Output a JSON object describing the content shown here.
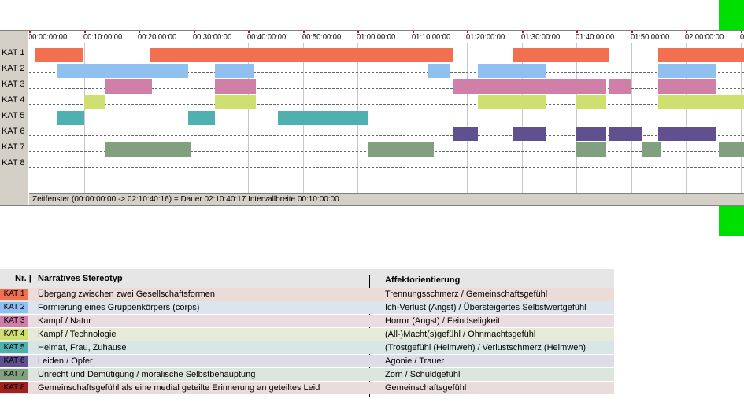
{
  "timeline": {
    "row_labels": [
      "KAT 1",
      "KAT 2",
      "KAT 3",
      "KAT 4",
      "KAT 5",
      "KAT 6",
      "KAT 7",
      "KAT 8"
    ],
    "ruler_ticks": [
      "00:00:00:00",
      "00:10:00:00",
      "00:20:00:00",
      "00:30:00:00",
      "00:40:00:00",
      "00:50:00:00",
      "01:00:00:00",
      "01:10:00:00",
      "01:20:00:00",
      "01:30:00:00",
      "01:40:00:00",
      "01:50:00:00",
      "02:00:00:00",
      "0"
    ],
    "status_text": "Zeitfenster (00:00:00:00 -> 02:10:40:16) = Dauer 02:10:40:17     Intervallbreite 00:10:00:00",
    "window_start_minutes": 0,
    "window_end_minutes": 130.68,
    "tick_interval_minutes": 10,
    "colors": {
      "kat1": "#f07050",
      "kat2": "#90c0f0",
      "kat3": "#d080a8",
      "kat4": "#d0e070",
      "kat5": "#50b0b0",
      "kat6": "#605090",
      "kat7": "#80a080",
      "kat8": "#a02020",
      "green_marker": "#00e000"
    },
    "segments": [
      {
        "row": 0,
        "start": 1.0,
        "end": 10.0
      },
      {
        "row": 0,
        "start": 22.0,
        "end": 77.5
      },
      {
        "row": 0,
        "start": 88.5,
        "end": 106.0
      },
      {
        "row": 0,
        "start": 115.0,
        "end": 130.7
      },
      {
        "row": 1,
        "start": 5.0,
        "end": 29.0
      },
      {
        "row": 1,
        "start": 34.0,
        "end": 41.0
      },
      {
        "row": 1,
        "start": 73.0,
        "end": 77.0
      },
      {
        "row": 1,
        "start": 82.0,
        "end": 94.5
      },
      {
        "row": 1,
        "start": 115.0,
        "end": 125.5
      },
      {
        "row": 2,
        "start": 14.0,
        "end": 22.5
      },
      {
        "row": 2,
        "start": 34.0,
        "end": 41.5
      },
      {
        "row": 2,
        "start": 77.5,
        "end": 105.5
      },
      {
        "row": 2,
        "start": 106.0,
        "end": 110.0
      },
      {
        "row": 2,
        "start": 115.0,
        "end": 125.5
      },
      {
        "row": 3,
        "start": 10.0,
        "end": 14.0
      },
      {
        "row": 3,
        "start": 34.0,
        "end": 41.5
      },
      {
        "row": 3,
        "start": 82.0,
        "end": 94.5
      },
      {
        "row": 3,
        "start": 100.0,
        "end": 105.5
      },
      {
        "row": 3,
        "start": 115.0,
        "end": 130.7
      },
      {
        "row": 4,
        "start": 5.0,
        "end": 10.0
      },
      {
        "row": 4,
        "start": 29.0,
        "end": 34.0
      },
      {
        "row": 4,
        "start": 45.5,
        "end": 62.0
      },
      {
        "row": 5,
        "start": 77.5,
        "end": 82.0
      },
      {
        "row": 5,
        "start": 88.5,
        "end": 94.5
      },
      {
        "row": 5,
        "start": 100.0,
        "end": 105.5
      },
      {
        "row": 5,
        "start": 106.0,
        "end": 112.0
      },
      {
        "row": 5,
        "start": 115.0,
        "end": 125.5
      },
      {
        "row": 6,
        "start": 14.0,
        "end": 29.5
      },
      {
        "row": 6,
        "start": 62.0,
        "end": 74.0
      },
      {
        "row": 6,
        "start": 100.0,
        "end": 105.5
      },
      {
        "row": 6,
        "start": 112.0,
        "end": 115.5
      },
      {
        "row": 6,
        "start": 126.0,
        "end": 130.7
      }
    ]
  },
  "legend": {
    "header": {
      "nr": "Nr. |",
      "stereotyp": "Narratives Stereotyp",
      "affekt": "Affektorientierung"
    },
    "rows": [
      {
        "nr": "KAT 1",
        "stereotyp": "Übergang zwischen zwei Gesellschaftsformen",
        "affekt": "Trennungsschmerz / Gemeinschaftsgefühl",
        "swatch": "#f07050",
        "bg": "#ecdcd8"
      },
      {
        "nr": "KAT 2",
        "stereotyp": "Formierung eines Gruppenkörpers (corps)",
        "affekt": "Ich-Verlust (Angst) / Übersteigertes Selbstwertgefühl",
        "swatch": "#90c0f0",
        "bg": "#dce4ec"
      },
      {
        "nr": "KAT 3",
        "stereotyp": "Kampf / Natur",
        "affekt": "Horror (Angst) / Feindseligkeit",
        "swatch": "#d080a8",
        "bg": "#eadce2"
      },
      {
        "nr": "KAT 4",
        "stereotyp": "Kampf / Technologie",
        "affekt": "(All-)Macht(s)gefühl / Ohnmachtsgefühl",
        "swatch": "#d0e070",
        "bg": "#e6ead8"
      },
      {
        "nr": "KAT 5",
        "stereotyp": "Heimat, Frau, Zuhause",
        "affekt": "(Trostgefühl (Heimweh) / Verlustschmerz (Heimweh)",
        "swatch": "#50b0b0",
        "bg": "#d8e6e6"
      },
      {
        "nr": "KAT 6",
        "stereotyp": "Leiden / Opfer",
        "affekt": "Agonie / Trauer",
        "swatch": "#605090",
        "bg": "#dedce6"
      },
      {
        "nr": "KAT 7",
        "stereotyp": "Unrecht und Demütigung / moralische Selbstbehauptung",
        "affekt": "Zorn / Schuldgefühl",
        "swatch": "#80a080",
        "bg": "#dee4de"
      },
      {
        "nr": "KAT 8",
        "stereotyp": "Gemeinschaftsgefühl als eine medial geteilte Erinnerung an geteiltes Leid",
        "affekt": "Gemeinschaftsgefühl",
        "swatch": "#a02020",
        "bg": "#e8dcdc"
      }
    ]
  }
}
